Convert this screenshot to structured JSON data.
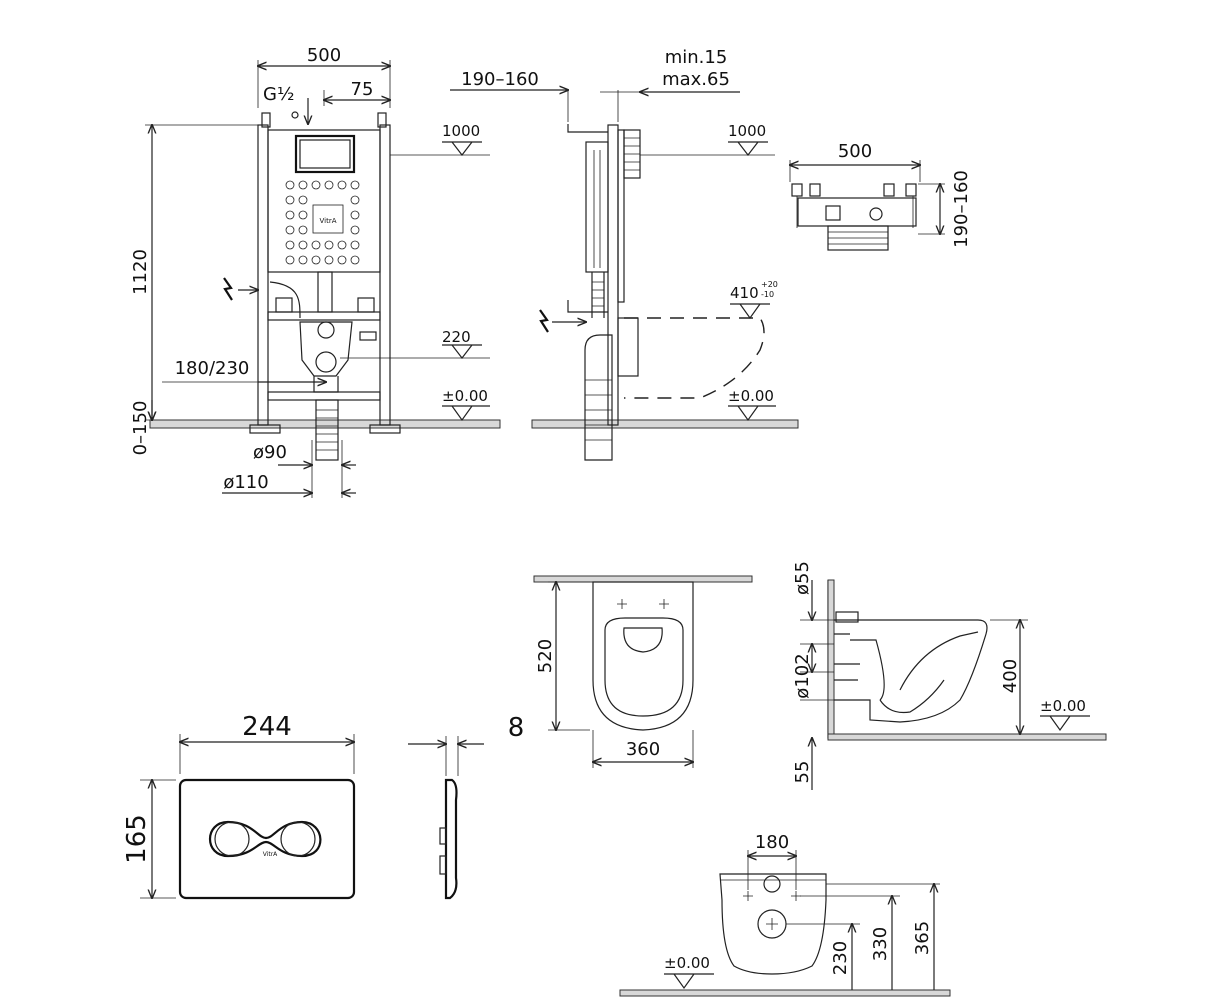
{
  "labels": {
    "frame_width": "500",
    "g_half": "G½",
    "inlet_offset": "75",
    "frame_height": "1120",
    "foot_range": "0–150",
    "outlet_range": "180/230",
    "pipe_90": "ø90",
    "pipe_110": "ø110",
    "level_1000_front": "1000",
    "level_220": "220",
    "level_zero_front": "±0.00",
    "side_depth": "190–160",
    "wall_min": "min.15",
    "wall_max": "max.65",
    "level_1000_side": "1000",
    "bowl_height": "410",
    "bowl_tol_plus": "+20",
    "bowl_tol_minus": "-10",
    "level_zero_side": "±0.00",
    "top_width": "500",
    "top_depth": "190–160",
    "logo_text": "VitrA",
    "plate_width": "244",
    "plate_height": "165",
    "plate_thickness": "8",
    "pan_length": "520",
    "pan_width": "360",
    "pan_o55": "ø55",
    "pan_o102": "ø102",
    "pan_height": "400",
    "pan_floor_gap": "55",
    "pan_level_zero": "±0.00",
    "rear_hole_spacing": "180",
    "rear_h230": "230",
    "rear_h330": "330",
    "rear_h365": "365",
    "rear_level_zero": "±0.00"
  }
}
